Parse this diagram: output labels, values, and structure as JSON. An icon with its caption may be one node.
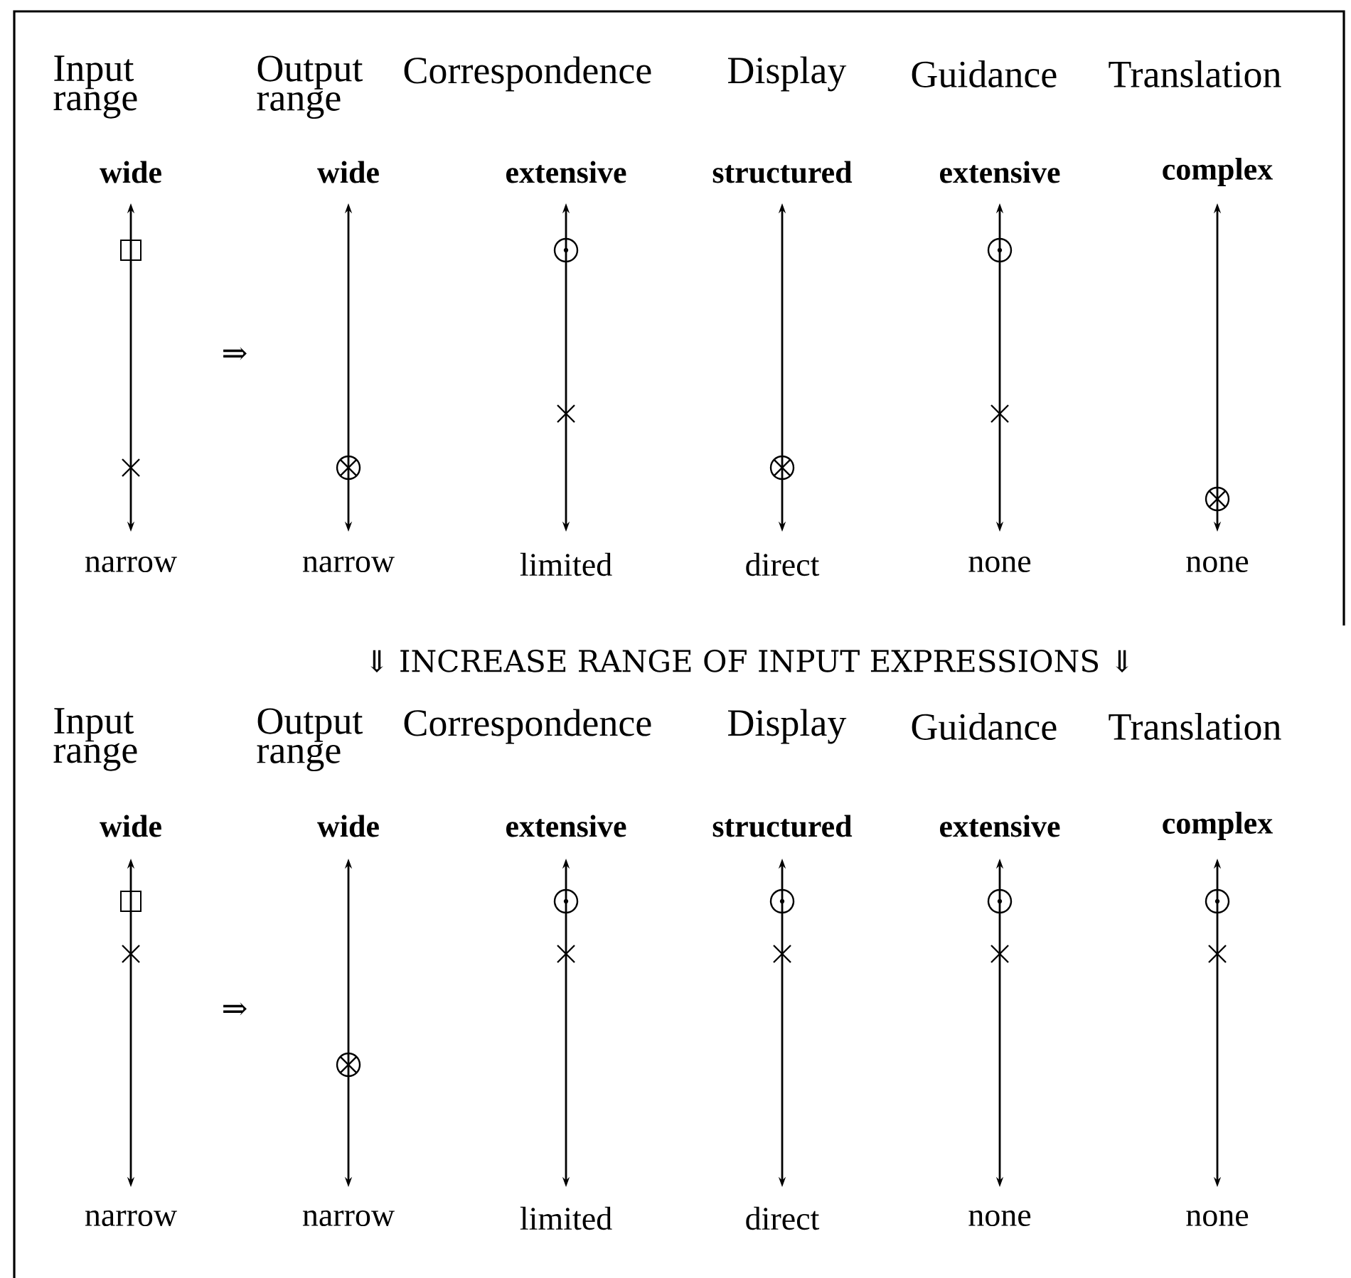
{
  "diagram": {
    "labels": [
      "Input range",
      "Output range",
      "Correspondence",
      "Display",
      "Guidance",
      "Translation",
      "wide",
      "wide",
      "extensive",
      "structured",
      "extensive",
      "complex",
      "⇒",
      "narrow",
      "narrow",
      "limited",
      "direct",
      "none",
      "none",
      "⇓ INCREASE RANGE OF INPUT EXPRESSIONS ⇓",
      "Input range",
      "Output range",
      "Correspondence",
      "Display",
      "Guidance",
      "Translation",
      "wide",
      "wide",
      "extensive",
      "structured",
      "extensive",
      "complex",
      "⇒",
      "narrow",
      "narrow",
      "limited",
      "direct",
      "none",
      "none"
    ]
  }
}
